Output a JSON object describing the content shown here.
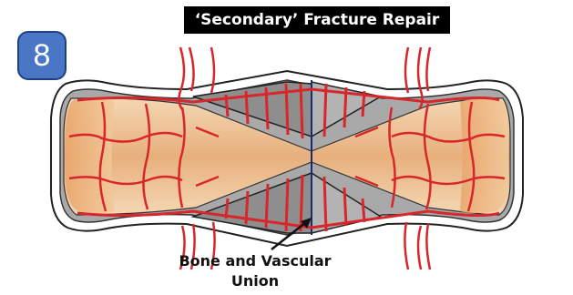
{
  "title": "‘Secondary’ Fracture Repair",
  "step_number": "8",
  "callout": {
    "line1": "Bone and Vascular",
    "line2": "Union"
  },
  "colors": {
    "title_background": "#000000",
    "badge_fill": "#4a77c5",
    "bone_fill": "#e8b07c",
    "vessel_red": "#d9262b",
    "callus_grey": "#9a9a9a",
    "outline": "#222222"
  }
}
